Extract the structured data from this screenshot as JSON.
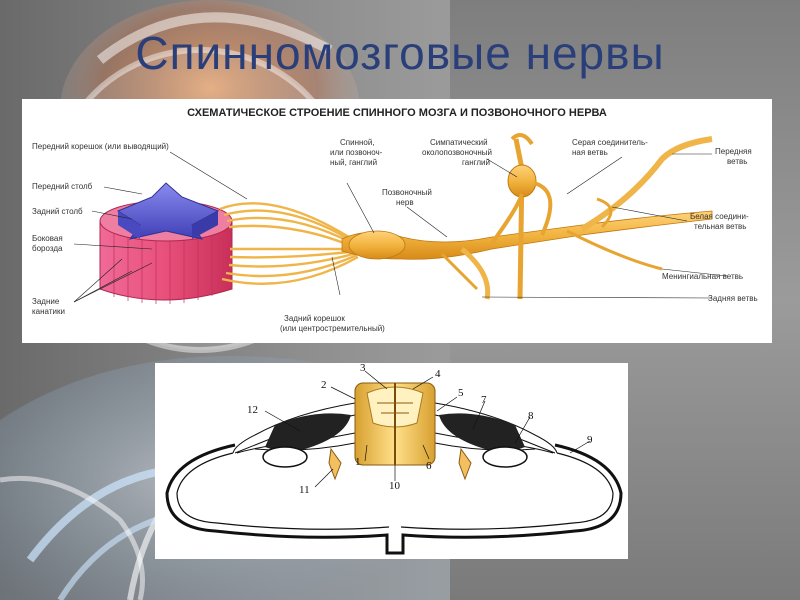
{
  "slide": {
    "title": "Спинномозговые нервы"
  },
  "diagram1": {
    "heading": "СХЕМАТИЧЕСКОЕ СТРОЕНИЕ СПИННОГО МОЗГА И ПОЗВОНОЧНОГО НЕРВА",
    "labels": {
      "anterior_root": "Передний корешок (или выводящий)",
      "anterior_column": "Передний столб",
      "posterior_column": "Задний столб",
      "lateral_groove_1": "Боковая",
      "lateral_groove_2": "борозда",
      "posterior_funiculi_1": "Задние",
      "posterior_funiculi_2": "канатики",
      "spinal_ganglion_1": "Спинной,",
      "spinal_ganglion_2": "или позвоноч-",
      "spinal_ganglion_3": "ный, ганглий",
      "sympathetic_ganglion_1": "Симпатический",
      "sympathetic_ganglion_2": "околопозвоночный",
      "sympathetic_ganglion_3": "ганглий",
      "gray_ramus_1": "Серая соединитель-",
      "gray_ramus_2": "ная ветвь",
      "anterior_ramus_1": "Передняя",
      "anterior_ramus_2": "ветвь",
      "spinal_nerve_1": "Позвоночный",
      "spinal_nerve_2": "нерв",
      "white_ramus_1": "Белая соедини-",
      "white_ramus_2": "тельная ветвь",
      "meningeal_ramus": "Менингиальная ветвь",
      "posterior_ramus": "Задняя ветвь",
      "posterior_root_1": "Задний корешок",
      "posterior_root_2": "(или центростремительный)"
    }
  },
  "diagram2": {
    "numbers": [
      "1",
      "2",
      "3",
      "4",
      "5",
      "6",
      "7",
      "8",
      "9",
      "10",
      "11",
      "12"
    ]
  },
  "colors": {
    "title": "#2a3f7a",
    "nerve": "#f2b440",
    "gray_matter": "#5b5bd0",
    "white_matter": "#e8507a"
  }
}
